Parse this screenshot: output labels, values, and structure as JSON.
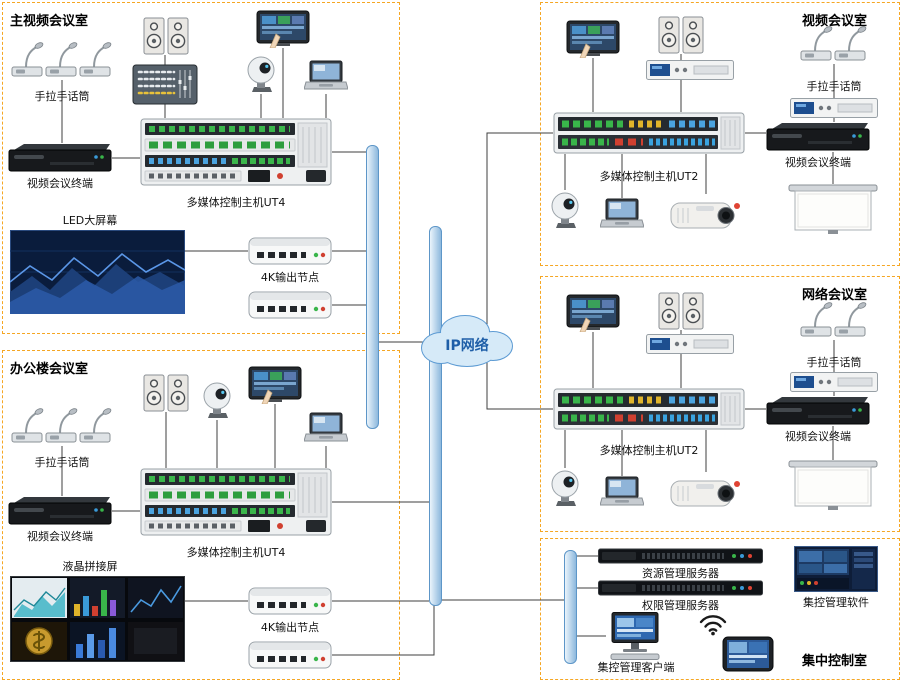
{
  "cloud": {
    "label": "IP网络"
  },
  "rooms": {
    "main": {
      "title": "主视频会议室",
      "mic": "手拉手话筒",
      "terminal": "视频会议终端",
      "screen": "LED大屏幕",
      "host": "多媒体控制主机UT4",
      "node": "4K输出节点"
    },
    "office": {
      "title": "办公楼会议室",
      "mic": "手拉手话筒",
      "terminal": "视频会议终端",
      "screen": "液晶拼接屏",
      "host": "多媒体控制主机UT4",
      "node": "4K输出节点"
    },
    "video": {
      "title": "视频会议室",
      "mic": "手拉手话筒",
      "terminal": "视频会议终端",
      "host": "多媒体控制主机UT2"
    },
    "net": {
      "title": "网络会议室",
      "mic": "手拉手话筒",
      "terminal": "视频会议终端",
      "host": "多媒体控制主机UT2"
    },
    "control": {
      "title": "集中控制室",
      "server1": "资源管理服务器",
      "server2": "权限管理服务器",
      "software": "集控管理软件",
      "client": "集控管理客户端"
    }
  },
  "colors": {
    "room_border": "#f5a623",
    "wire": "#3f3f3f",
    "bus_fill": "#8db8dd",
    "bus_border": "#5d96c8",
    "cloud_fill": "#d6eaf8",
    "cloud_border": "#5d9bd3",
    "cloud_text": "#1f5fa8"
  }
}
